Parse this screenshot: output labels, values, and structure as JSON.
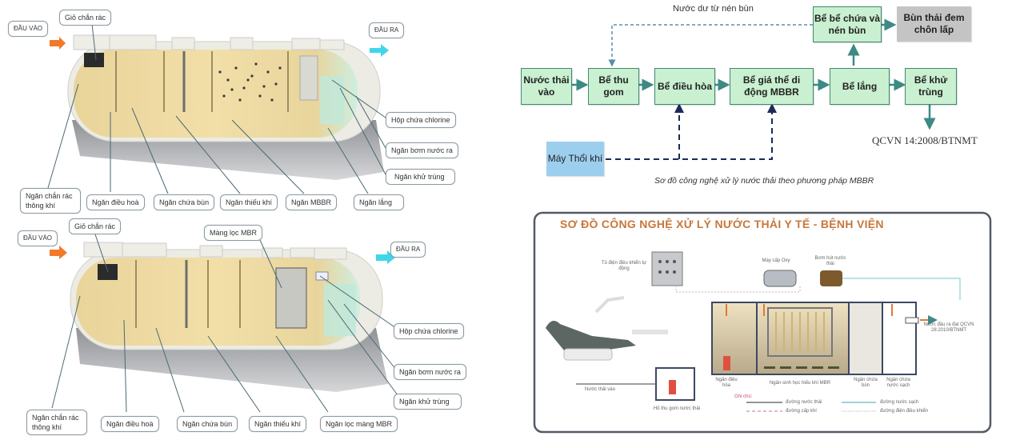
{
  "tank_top": {
    "inlet": "ĐẦU VÀO",
    "outlet": "ĐẦU RA",
    "labels": {
      "gio_chan_rac": "Giỏ chắn rác",
      "hop_chlorine": "Hộp chứa chlorine",
      "ngan_bom": "Ngăn bơm nước ra",
      "ngan_khu_trung": "Ngăn khử trùng",
      "ngan_chan_rac": "Ngăn chắn rác thông khí",
      "ngan_dieu_hoa": "Ngăn điều hoà",
      "ngan_chua_bun": "Ngăn chứa bùn",
      "ngan_thieu_khi": "Ngăn thiếu khí",
      "ngan_mbbr": "Ngăn MBBR",
      "ngan_lang": "Ngăn lắng"
    }
  },
  "tank_bottom": {
    "inlet": "ĐẦU VÀO",
    "outlet": "ĐẦU RA",
    "labels": {
      "gio_chan_rac": "Giỏ chắn rác",
      "mang_loc": "Màng lọc MBR",
      "hop_chlorine": "Hộp chứa chlorine",
      "ngan_bom": "Ngăn bơm nước ra",
      "ngan_khu_trung": "Ngăn khử trùng",
      "ngan_chan_rac": "Ngăn chắn rác thông khí",
      "ngan_dieu_hoa": "Ngăn điều hoà",
      "ngan_chua_bun": "Ngăn chứa bùn",
      "ngan_thieu_khi": "Ngăn thiếu khí",
      "ngan_loc_mang": "Ngăn lọc màng MBR"
    }
  },
  "flow": {
    "recycle_label": "Nước dư từ nén bùn",
    "boxes": {
      "nuoc_thai_vao": "Nước thải vào",
      "be_thu_gom": "Bể thu gom",
      "be_dieu_hoa": "Bể điều hòa",
      "be_mbbr": "Bể giá thể di động MBBR",
      "be_lang": "Bể lắng",
      "be_khu_trung": "Bể khử trùng",
      "be_chua_bun": "Bể bể chứa và nén bùn",
      "bun_thai": "Bùn thải đem chôn lấp",
      "may_thoi_khi": "Máy Thổi khí"
    },
    "standard": "QCVN 14:2008/BTNMT",
    "caption": "Sơ đồ công nghệ xử lý nước thải theo phương pháp MBBR",
    "colors": {
      "box_fill": "#c9f0d0",
      "box_border": "#3f8a70",
      "arrow": "#3d8a84",
      "air_line": "#1c2a5a",
      "gray_box": "#c4c4c4",
      "blue_box": "#9ccfee"
    }
  },
  "hospital": {
    "title": "SƠ ĐỒ CÔNG NGHỆ XỬ LÝ NƯỚC THẢI Y TẾ - BỆNH VIỆN",
    "title_color": "#c8773a",
    "labels": {
      "tu_dien": "Tủ điện điều khiển tự động",
      "may_cap_oxy": "Máy cấp Oxy",
      "bom_hut": "Bơm hút nước thải",
      "nuoc_dau_ra": "Nước đầu ra đạt QCVN 28:2010/BTNMT",
      "nuoc_thai_vao": "Nước thải vào",
      "ho_thu_gom": "Hố thu gom nước thải",
      "ngan_dieu_hoa": "Ngăn điều hòa",
      "ngan_sinh_hoc": "Ngăn sinh học hiếu khí MBR",
      "ngan_chua_bun": "Ngăn chứa bùn",
      "ngan_chua_nuoc_sach": "Ngăn chứa nước sạch"
    },
    "legend": {
      "title": "Ghi chú:",
      "items": [
        "đường nước thải",
        "đường nước sạch",
        "đường cấp khí",
        "đường điện điều khiển"
      ]
    }
  }
}
